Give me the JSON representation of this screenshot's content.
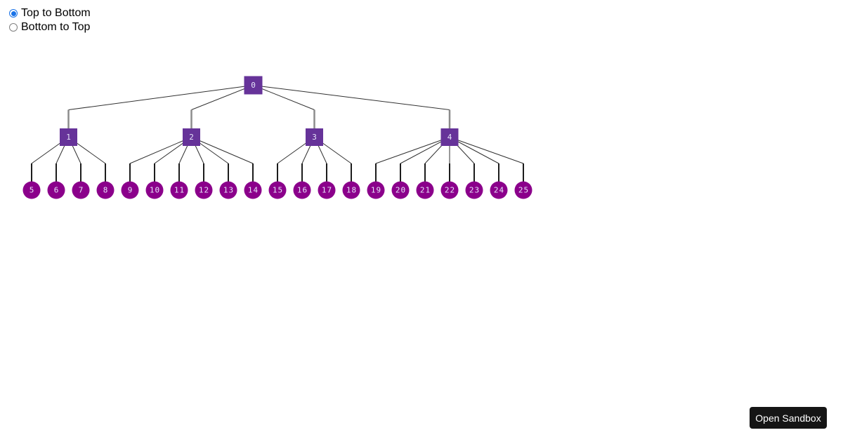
{
  "radio_group": {
    "options": [
      {
        "label": "Top to Bottom",
        "selected": true
      },
      {
        "label": "Bottom to Top",
        "selected": false
      }
    ],
    "accent_color": "#1A73E8"
  },
  "tree": {
    "root_id": "0",
    "nodes": {
      "0": {
        "label": "0",
        "shape": "square",
        "children": [
          "1",
          "2",
          "3",
          "4"
        ]
      },
      "1": {
        "label": "1",
        "shape": "square",
        "children": [
          "5",
          "6",
          "7",
          "8"
        ]
      },
      "2": {
        "label": "2",
        "shape": "square",
        "children": [
          "9",
          "10",
          "11",
          "12",
          "13",
          "14"
        ]
      },
      "3": {
        "label": "3",
        "shape": "square",
        "children": [
          "15",
          "16",
          "17",
          "18"
        ]
      },
      "4": {
        "label": "4",
        "shape": "square",
        "children": [
          "19",
          "20",
          "21",
          "22",
          "23",
          "24",
          "25"
        ]
      },
      "5": {
        "label": "5",
        "shape": "circle",
        "children": []
      },
      "6": {
        "label": "6",
        "shape": "circle",
        "children": []
      },
      "7": {
        "label": "7",
        "shape": "circle",
        "children": []
      },
      "8": {
        "label": "8",
        "shape": "circle",
        "children": []
      },
      "9": {
        "label": "9",
        "shape": "circle",
        "children": []
      },
      "10": {
        "label": "10",
        "shape": "circle",
        "children": []
      },
      "11": {
        "label": "11",
        "shape": "circle",
        "children": []
      },
      "12": {
        "label": "12",
        "shape": "circle",
        "children": []
      },
      "13": {
        "label": "13",
        "shape": "circle",
        "children": []
      },
      "14": {
        "label": "14",
        "shape": "circle",
        "children": []
      },
      "15": {
        "label": "15",
        "shape": "circle",
        "children": []
      },
      "16": {
        "label": "16",
        "shape": "circle",
        "children": []
      },
      "17": {
        "label": "17",
        "shape": "circle",
        "children": []
      },
      "18": {
        "label": "18",
        "shape": "circle",
        "children": []
      },
      "19": {
        "label": "19",
        "shape": "circle",
        "children": []
      },
      "20": {
        "label": "20",
        "shape": "circle",
        "children": []
      },
      "21": {
        "label": "21",
        "shape": "circle",
        "children": []
      },
      "22": {
        "label": "22",
        "shape": "circle",
        "children": []
      },
      "23": {
        "label": "23",
        "shape": "circle",
        "children": []
      },
      "24": {
        "label": "24",
        "shape": "circle",
        "children": []
      },
      "25": {
        "label": "25",
        "shape": "circle",
        "children": []
      }
    },
    "colors": {
      "internal_node": "#663399",
      "leaf_node": "#8B008B",
      "node_label": "#E6E6FA",
      "link": "#303030",
      "internal_drop_line": "#8c8c8c",
      "leaf_drop_line": "#1c1c1c"
    }
  },
  "sandbox": {
    "button_label": "Open Sandbox",
    "background": "#151515",
    "text_color": "#ffffff"
  }
}
